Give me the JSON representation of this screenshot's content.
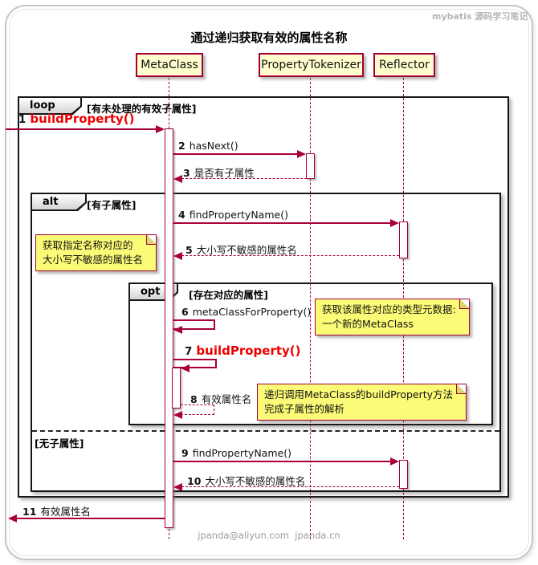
{
  "watermark": "mybatis 源码学习笔记",
  "title": "通过递归获取有效的属性名称",
  "footer": "jpanda@aliyun.com  jpanda.cn",
  "participants": [
    {
      "name": "MetaClass"
    },
    {
      "name": "PropertyTokenizer"
    },
    {
      "name": "Reflector"
    }
  ],
  "frames": {
    "loop": {
      "label": "loop",
      "condition": "[有未处理的有效子属性]"
    },
    "alt": {
      "label": "alt",
      "condition": "[有子属性]",
      "else_condition": "[无子属性]"
    },
    "opt": {
      "label": "opt",
      "condition": "[存在对应的属性]"
    }
  },
  "messages": [
    {
      "num": "1",
      "label": "buildProperty()"
    },
    {
      "num": "2",
      "label": "hasNext()"
    },
    {
      "num": "3",
      "label": "是否有子属性"
    },
    {
      "num": "4",
      "label": "findPropertyName()"
    },
    {
      "num": "5",
      "label": "大小写不敏感的属性名"
    },
    {
      "num": "6",
      "label": "metaClassForProperty()"
    },
    {
      "num": "7",
      "label": "buildProperty()"
    },
    {
      "num": "8",
      "label": "有效属性名"
    },
    {
      "num": "9",
      "label": "findPropertyName()"
    },
    {
      "num": "10",
      "label": "大小写不敏感的属性名"
    },
    {
      "num": "11",
      "label": "有效属性名"
    }
  ],
  "notes": [
    {
      "line1": "获取指定名称对应的",
      "line2": "大小写不敏感的属性名"
    },
    {
      "line1": "获取该属性对应的类型元数据:",
      "line2": "一个新的MetaClass"
    },
    {
      "line1": "递归调用MetaClass的buildProperty方法",
      "line2": "完成子属性的解析"
    }
  ],
  "colors": {
    "accent": "#A80036",
    "red_message": "#EE0000",
    "participant_fill": "#FEFECE",
    "note_fill": "#FBFB77",
    "frame_border": "#161616"
  }
}
